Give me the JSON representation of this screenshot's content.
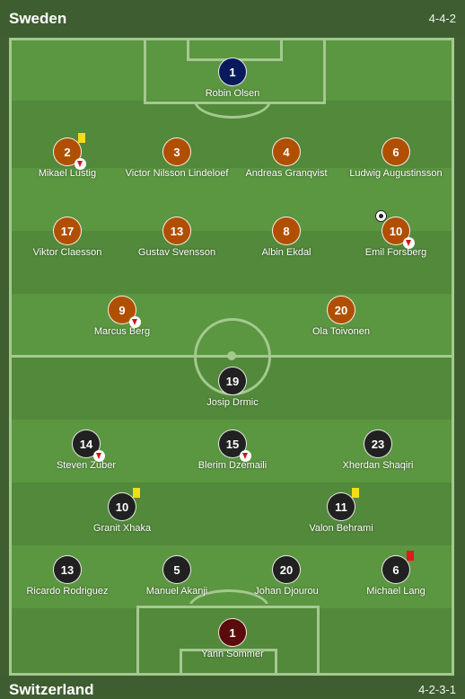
{
  "home": {
    "name": "Sweden",
    "formation": "4-4-2"
  },
  "away": {
    "name": "Switzerland",
    "formation": "4-2-3-1"
  },
  "home_players": [
    {
      "number": "1",
      "name": "Robin Olsen",
      "role": "gk",
      "events": []
    },
    {
      "number": "2",
      "name": "Mikael Lustig",
      "role": "outfield",
      "events": [
        "yellow-card",
        "substituted"
      ]
    },
    {
      "number": "3",
      "name": "Victor Nilsson Lindeloef",
      "role": "outfield",
      "events": []
    },
    {
      "number": "4",
      "name": "Andreas Granqvist",
      "role": "outfield",
      "events": []
    },
    {
      "number": "6",
      "name": "Ludwig Augustinsson",
      "role": "outfield",
      "events": []
    },
    {
      "number": "17",
      "name": "Viktor Claesson",
      "role": "outfield",
      "events": []
    },
    {
      "number": "13",
      "name": "Gustav Svensson",
      "role": "outfield",
      "events": []
    },
    {
      "number": "8",
      "name": "Albin Ekdal",
      "role": "outfield",
      "events": []
    },
    {
      "number": "10",
      "name": "Emil Forsberg",
      "role": "outfield",
      "events": [
        "goal",
        "substituted"
      ]
    },
    {
      "number": "9",
      "name": "Marcus Berg",
      "role": "outfield",
      "events": [
        "substituted"
      ]
    },
    {
      "number": "20",
      "name": "Ola Toivonen",
      "role": "outfield",
      "events": []
    }
  ],
  "away_players": [
    {
      "number": "19",
      "name": "Josip Drmic",
      "role": "outfield",
      "events": []
    },
    {
      "number": "14",
      "name": "Steven Zuber",
      "role": "outfield",
      "events": [
        "substituted"
      ]
    },
    {
      "number": "15",
      "name": "Blerim Dzemaili",
      "role": "outfield",
      "events": [
        "substituted"
      ]
    },
    {
      "number": "23",
      "name": "Xherdan Shaqiri",
      "role": "outfield",
      "events": []
    },
    {
      "number": "10",
      "name": "Granit Xhaka",
      "role": "outfield",
      "events": [
        "yellow-card"
      ]
    },
    {
      "number": "11",
      "name": "Valon Behrami",
      "role": "outfield",
      "events": [
        "yellow-card"
      ]
    },
    {
      "number": "13",
      "name": "Ricardo Rodriguez",
      "role": "outfield",
      "events": []
    },
    {
      "number": "5",
      "name": "Manuel Akanji",
      "role": "outfield",
      "events": []
    },
    {
      "number": "20",
      "name": "Johan Djourou",
      "role": "outfield",
      "events": []
    },
    {
      "number": "6",
      "name": "Michael Lang",
      "role": "outfield",
      "events": [
        "red-card"
      ]
    },
    {
      "number": "1",
      "name": "Yann Sommer",
      "role": "gk",
      "events": []
    }
  ],
  "colors": {
    "home_kit": "#b04f00",
    "home_gk": "#091a5c",
    "away_kit": "#212121",
    "away_gk": "#5b0b0b",
    "pitch_light": "#5f9a43",
    "pitch_dark": "#558c3b"
  }
}
